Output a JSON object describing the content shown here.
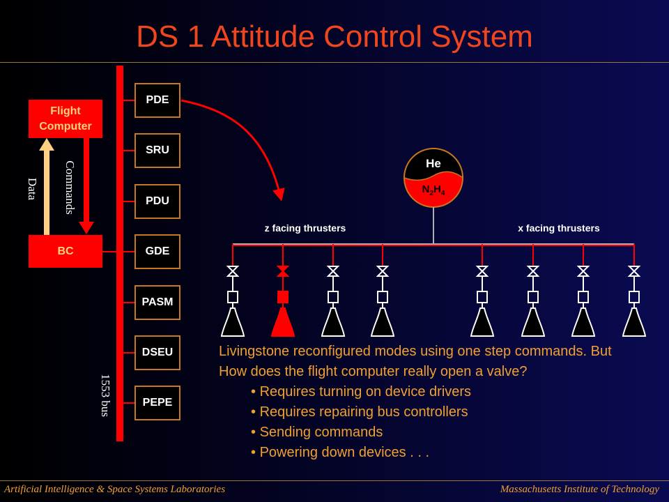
{
  "title": "DS 1 Attitude Control System",
  "flight_computer": "Flight Computer",
  "bus_controller": "BC",
  "data_label": "Data",
  "commands_label": "Commands",
  "bus_label": "1553 bus",
  "devices": [
    "PDE",
    "SRU",
    "PDU",
    "GDE",
    "PASM",
    "DSEU",
    "PEPE"
  ],
  "active_device": "PDE",
  "tank": {
    "top": "He",
    "bottom_main": "N",
    "bottom_sub1": "2",
    "bottom_mid": "H",
    "bottom_sub2": "4"
  },
  "z_thrusters_label": "z facing thrusters",
  "x_thrusters_label": "x facing thrusters",
  "description": {
    "paragraph": "Livingstone reconfigured modes using one step commands.  But How does the flight computer really open a valve?",
    "bullets": [
      "Requires turning on device drivers",
      "Requires repairing bus controllers",
      "Sending commands",
      "Powering down devices . . ."
    ]
  },
  "footer": {
    "left": "Artificial Intelligence & Space Systems Laboratories",
    "right": "Massachusetts Institute of Technology"
  },
  "colors": {
    "accent_red": "#ff0000",
    "title_orange": "#f0461e",
    "text_orange": "#f0a032",
    "device_border": "#c8781e",
    "box_text": "#ffd27a"
  }
}
